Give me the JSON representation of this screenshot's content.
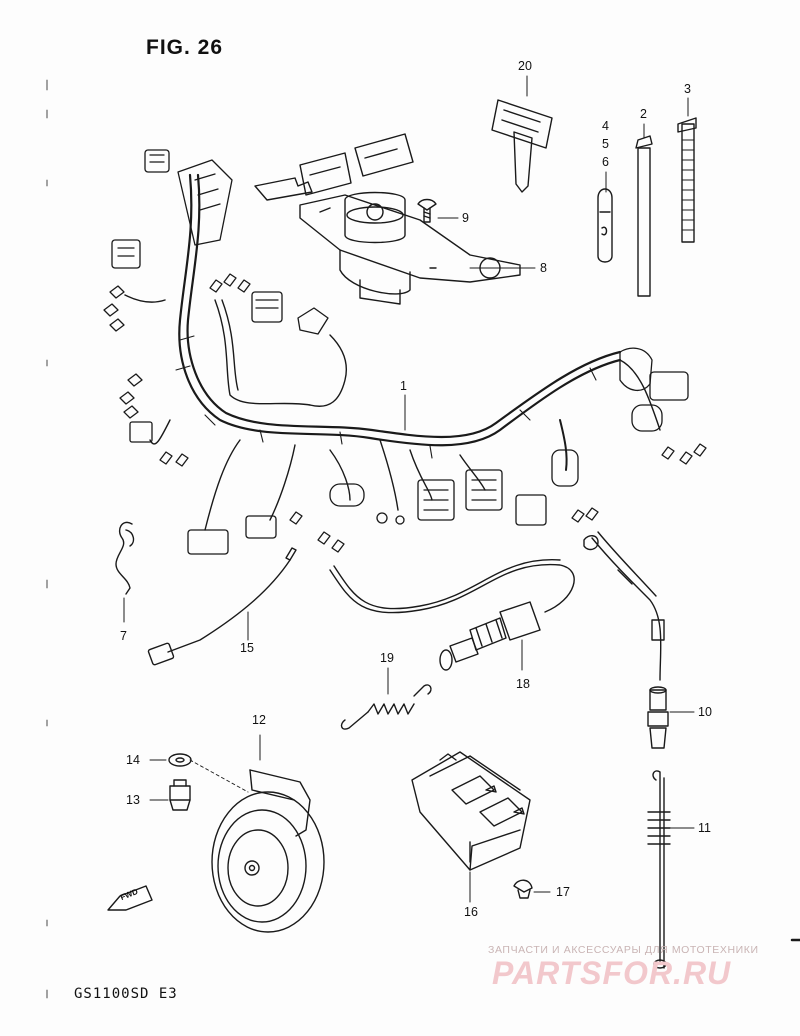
{
  "figure": {
    "title": "FIG. 26",
    "model": "GS1100SD E3"
  },
  "callouts": {
    "c1": "1",
    "c2": "2",
    "c3": "3",
    "c4": "4",
    "c5": "5",
    "c6": "6",
    "c7": "7",
    "c8": "8",
    "c9": "9",
    "c10": "10",
    "c11": "11",
    "c12": "12",
    "c13": "13",
    "c14": "14",
    "c15": "15",
    "c16": "16",
    "c17": "17",
    "c18": "18",
    "c19": "19",
    "c20": "20"
  },
  "fwd_label": "FWD",
  "watermark": {
    "subtitle": "ЗАПЧАСТИ И АКСЕССУАРЫ ДЛЯ МОТОТЕХНИКИ",
    "brand": "PARTSFOR.RU"
  }
}
